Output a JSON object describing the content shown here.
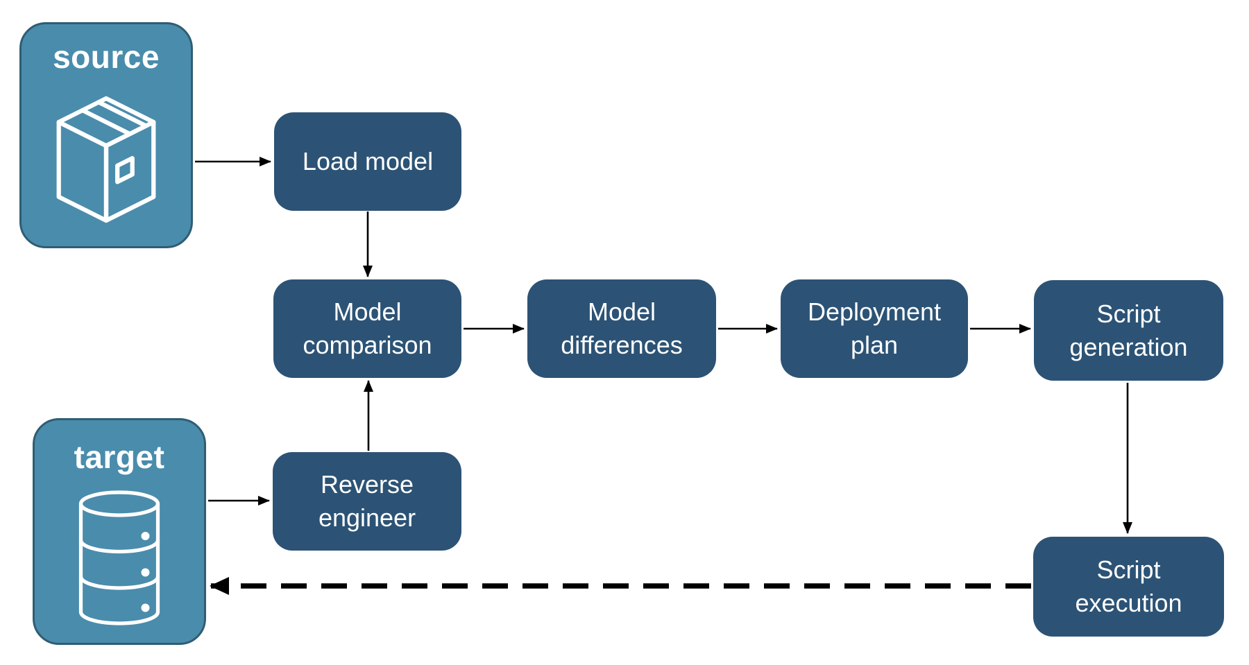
{
  "colors": {
    "background": "#FFFFFF",
    "entity_fill": "#4A8CAC",
    "entity_border": "#2F5D73",
    "process_fill": "#2C5375",
    "label_text": "#FFFFFF",
    "arrow": "#000000"
  },
  "entities": {
    "source": {
      "label": "source",
      "icon": "package-icon"
    },
    "target": {
      "label": "target",
      "icon": "database-icon"
    }
  },
  "processes": {
    "load_model": {
      "label": "Load model"
    },
    "model_comparison": {
      "label": "Model comparison"
    },
    "model_differences": {
      "label": "Model differences"
    },
    "deployment_plan": {
      "label": "Deployment plan"
    },
    "script_generation": {
      "label": "Script generation"
    },
    "reverse_engineer": {
      "label": "Reverse engineer"
    },
    "script_execution": {
      "label": "Script execution"
    }
  },
  "flows": [
    {
      "from": "source",
      "to": "load_model",
      "style": "solid"
    },
    {
      "from": "load_model",
      "to": "model_comparison",
      "style": "solid"
    },
    {
      "from": "target",
      "to": "reverse_engineer",
      "style": "solid"
    },
    {
      "from": "reverse_engineer",
      "to": "model_comparison",
      "style": "solid"
    },
    {
      "from": "model_comparison",
      "to": "model_differences",
      "style": "solid"
    },
    {
      "from": "model_differences",
      "to": "deployment_plan",
      "style": "solid"
    },
    {
      "from": "deployment_plan",
      "to": "script_generation",
      "style": "solid"
    },
    {
      "from": "script_generation",
      "to": "script_execution",
      "style": "solid"
    },
    {
      "from": "script_execution",
      "to": "target",
      "style": "dashed"
    }
  ]
}
